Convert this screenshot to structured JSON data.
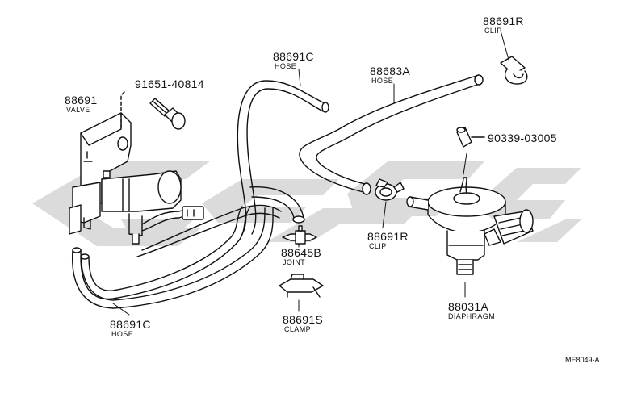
{
  "parts": {
    "valve": {
      "number": "88691",
      "name": "VALVE"
    },
    "bolt": {
      "number": "91651-40814"
    },
    "hose_top": {
      "number": "88691C",
      "name": "HOSE"
    },
    "hose_long": {
      "number": "88683A",
      "name": "HOSE"
    },
    "clip_top": {
      "number": "88691R",
      "name": "CLIP"
    },
    "plug": {
      "number": "90339-03005"
    },
    "clip_mid": {
      "number": "88691R",
      "name": "CLIP"
    },
    "joint": {
      "number": "88645B",
      "name": "JOINT"
    },
    "clamp": {
      "number": "88691S",
      "name": "CLAMP"
    },
    "diaphragm": {
      "number": "88031A",
      "name": "DIAPHRAGM"
    },
    "hose_bottom": {
      "number": "88691C",
      "name": "HOSE"
    }
  },
  "reference_code": "ME8049-A",
  "colors": {
    "line": "#111111",
    "watermark": "#c8c8c8"
  }
}
